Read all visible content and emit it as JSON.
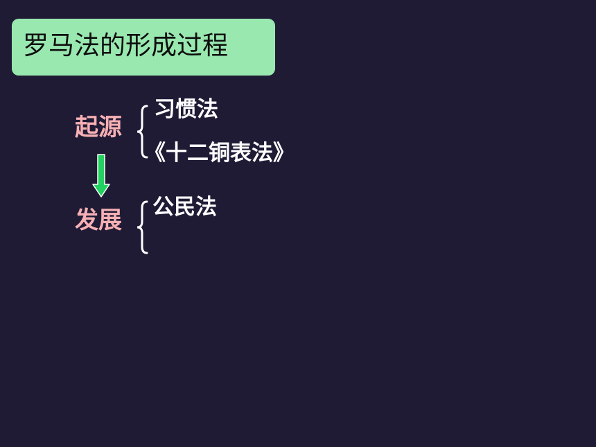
{
  "title": "罗马法的形成过程",
  "stages": [
    {
      "label": "起源",
      "items": [
        "习惯法",
        "《十二铜表法》"
      ]
    },
    {
      "label": "发展",
      "items": [
        "公民法"
      ]
    }
  ],
  "colors": {
    "background": "#1f1b35",
    "title_box": "#99e8b0",
    "stage_label": "#f7b0b4",
    "item_text": "#ffffff",
    "arrow": "#22d160"
  },
  "icons": [
    "down-arrow-icon",
    "left-brace-icon"
  ]
}
